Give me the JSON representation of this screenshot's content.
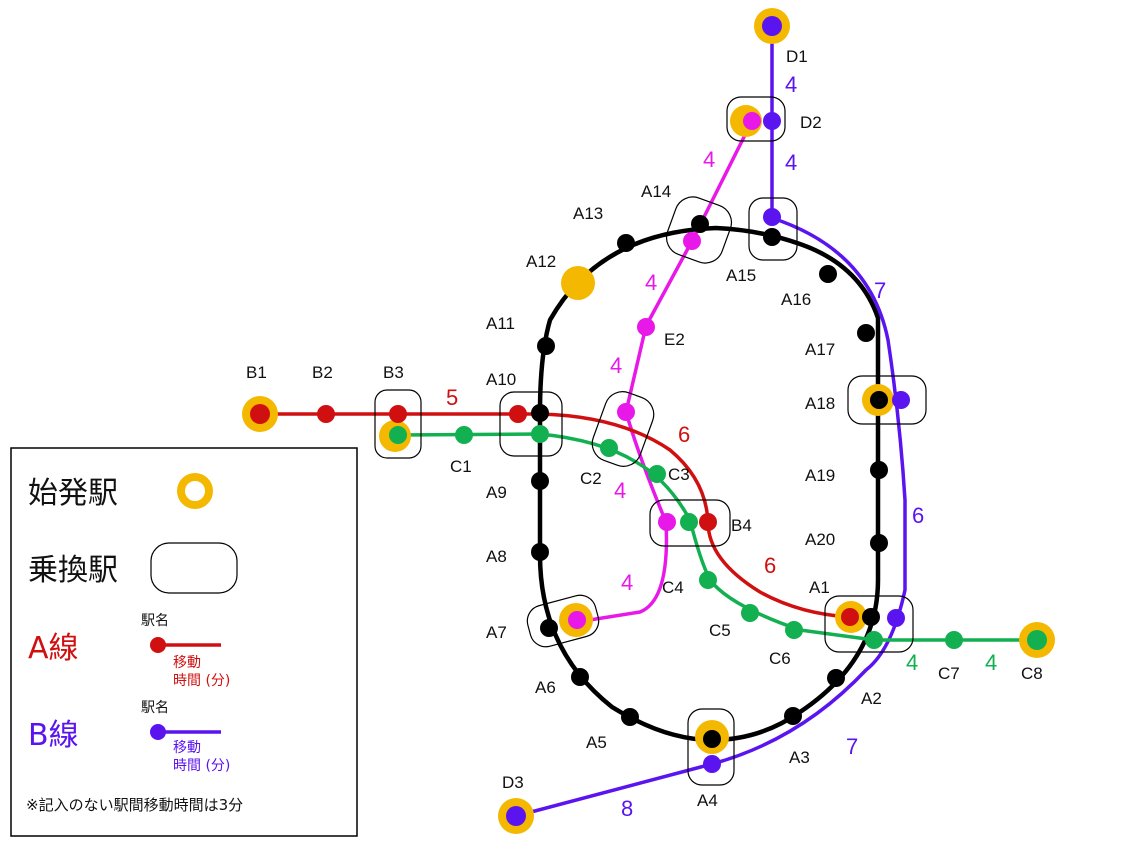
{
  "colors": {
    "line_A": "#d01010",
    "line_B": "#5a14f0",
    "loop": "#000000",
    "line_C": "#12b050",
    "line_D": "#5a14f0",
    "line_E": "#e818e8",
    "origin": "#f5b800"
  },
  "stations": {
    "A1": "A1",
    "A2": "A2",
    "A3": "A3",
    "A4": "A4",
    "A5": "A5",
    "A6": "A6",
    "A7": "A7",
    "A8": "A8",
    "A9": "A9",
    "A10": "A10",
    "A11": "A11",
    "A12": "A12",
    "A13": "A13",
    "A14": "A14",
    "A15": "A15",
    "A16": "A16",
    "A17": "A17",
    "A18": "A18",
    "A19": "A19",
    "A20": "A20",
    "B1": "B1",
    "B2": "B2",
    "B3": "B3",
    "B4": "B4",
    "C1": "C1",
    "C2": "C2",
    "C3": "C3",
    "C4": "C4",
    "C5": "C5",
    "C6": "C6",
    "C7": "C7",
    "C8": "C8",
    "D1": "D1",
    "D2": "D2",
    "D3": "D3",
    "E2": "E2"
  },
  "travel_times": {
    "d1_d2": "4",
    "d2_a15": "4",
    "a15_a18_b": "7",
    "a18_a1_b": "6",
    "a4_a1_b": "7",
    "d3_a4": "8",
    "d2_a14": "4",
    "a14_e2": "4",
    "e2_c2": "4",
    "c2_b4_e": "4",
    "b4_a7_e": "4",
    "b3_a10": "5",
    "a10_b4": "6",
    "b4_a1": "6",
    "a1_c7": "4",
    "c7_c8": "4"
  },
  "legend": {
    "origin_label": "始発駅",
    "transfer_label": "乗換駅",
    "line_a_label": "A線",
    "line_b_label": "B線",
    "station_name_label": "駅名",
    "travel_time_line1": "移動",
    "travel_time_line2": "時間 (分)",
    "note": "※記入のない駅間移動時間は3分"
  }
}
